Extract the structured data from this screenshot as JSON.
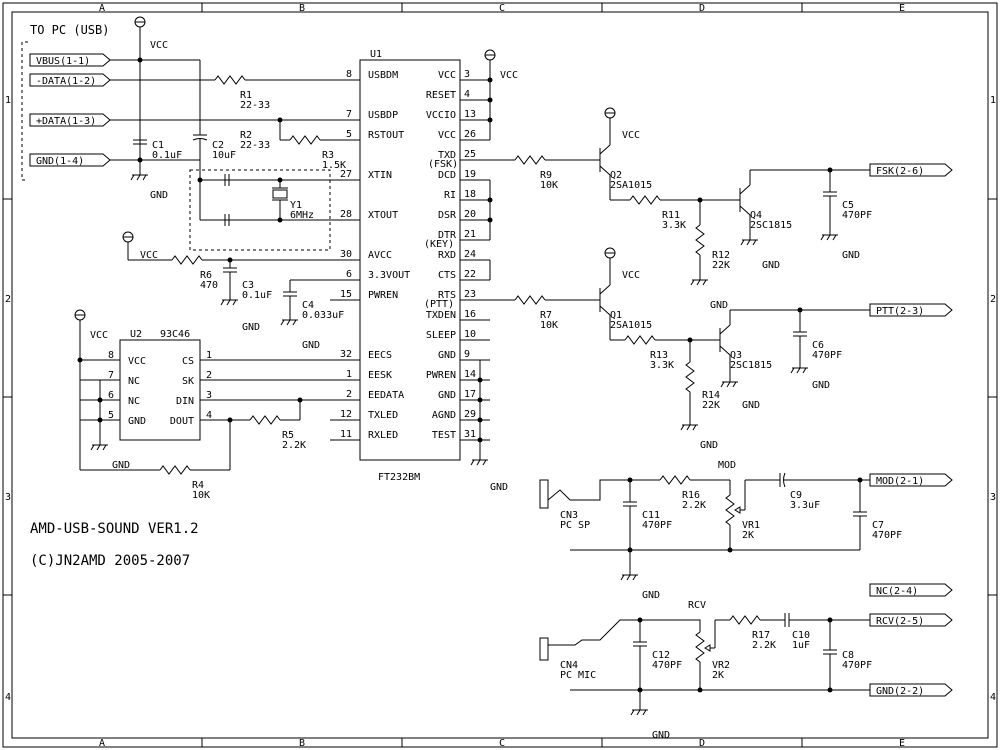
{
  "frame": {
    "cols": [
      "A",
      "B",
      "C",
      "D",
      "E"
    ],
    "rows": [
      "1",
      "2",
      "3",
      "4"
    ]
  },
  "title": {
    "line1": "AMD-USB-SOUND VER1.2",
    "line2": "(C)JN2AMD 2005-2007"
  },
  "usb": {
    "header": "TO PC (USB)",
    "connectors": [
      "VBUS(1-1)",
      "-DATA(1-2)",
      "+DATA(1-3)",
      "GND(1-4)"
    ]
  },
  "u1": {
    "name": "U1",
    "part": "FT232BM",
    "left": [
      {
        "label": "USBDM",
        "pin": "8"
      },
      {
        "label": "USBDP",
        "pin": "7"
      },
      {
        "label": "RSTOUT",
        "pin": "5"
      },
      {
        "label": "XTIN",
        "pin": "27"
      },
      {
        "label": "XTOUT",
        "pin": "28"
      },
      {
        "label": "AVCC",
        "pin": "30"
      },
      {
        "label": "3.3VOUT",
        "pin": "6"
      },
      {
        "label": "PWREN",
        "pin": "15"
      },
      {
        "label": "EECS",
        "pin": "32"
      },
      {
        "label": "EESK",
        "pin": "1"
      },
      {
        "label": "EEDATA",
        "pin": "2"
      },
      {
        "label": "TXLED",
        "pin": "12"
      },
      {
        "label": "RXLED",
        "pin": "11"
      }
    ],
    "right": [
      {
        "label": "VCC",
        "pin": "3"
      },
      {
        "label": "RESET",
        "pin": "4"
      },
      {
        "label": "VCCIO",
        "pin": "13"
      },
      {
        "label": "VCC",
        "pin": "26"
      },
      {
        "label": "TXD",
        "pin": "25"
      },
      {
        "label": "DCD",
        "pin": "19"
      },
      {
        "label": "RI",
        "pin": "18"
      },
      {
        "label": "DSR",
        "pin": "20"
      },
      {
        "label": "DTR",
        "pin": "21"
      },
      {
        "label": "RXD",
        "pin": "24"
      },
      {
        "label": "CTS",
        "pin": "22"
      },
      {
        "label": "RTS",
        "pin": "23"
      },
      {
        "label": "TXDEN",
        "pin": "16"
      },
      {
        "label": "SLEEP",
        "pin": "10"
      },
      {
        "label": "GND",
        "pin": "9"
      },
      {
        "label": "PWREN",
        "pin": "14"
      },
      {
        "label": "GND",
        "pin": "17"
      },
      {
        "label": "AGND",
        "pin": "29"
      },
      {
        "label": "TEST",
        "pin": "31"
      }
    ],
    "notes": [
      "(FSK)",
      "(KEY)",
      "(PTT)"
    ]
  },
  "u2": {
    "name": "U2",
    "part": "93C46",
    "left": [
      {
        "label": "VCC",
        "pin": "8"
      },
      {
        "label": "NC",
        "pin": "7"
      },
      {
        "label": "NC",
        "pin": "6"
      },
      {
        "label": "GND",
        "pin": "5"
      }
    ],
    "right": [
      {
        "label": "CS",
        "pin": "1"
      },
      {
        "label": "SK",
        "pin": "2"
      },
      {
        "label": "DIN",
        "pin": "3"
      },
      {
        "label": "DOUT",
        "pin": "4"
      }
    ]
  },
  "parts": {
    "r1": {
      "name": "R1",
      "value": "22-33"
    },
    "r2": {
      "name": "R2",
      "value": "22-33"
    },
    "r3": {
      "name": "R3",
      "value": "1.5K"
    },
    "r4": {
      "name": "R4",
      "value": "10K"
    },
    "r5": {
      "name": "R5",
      "value": "2.2K"
    },
    "r6": {
      "name": "R6",
      "value": "470"
    },
    "r7": {
      "name": "R7",
      "value": "10K"
    },
    "r9": {
      "name": "R9",
      "value": "10K"
    },
    "r11": {
      "name": "R11",
      "value": "3.3K"
    },
    "r12": {
      "name": "R12",
      "value": "22K"
    },
    "r13": {
      "name": "R13",
      "value": "3.3K"
    },
    "r14": {
      "name": "R14",
      "value": "22K"
    },
    "r16": {
      "name": "R16",
      "value": "2.2K"
    },
    "r17": {
      "name": "R17",
      "value": "2.2K"
    },
    "c1": {
      "name": "C1",
      "value": "0.1uF"
    },
    "c2": {
      "name": "C2",
      "value": "10uF"
    },
    "c3": {
      "name": "C3",
      "value": "0.1uF"
    },
    "c4": {
      "name": "C4",
      "value": "0.033uF"
    },
    "c5": {
      "name": "C5",
      "value": "470PF"
    },
    "c6": {
      "name": "C6",
      "value": "470PF"
    },
    "c7": {
      "name": "C7",
      "value": "470PF"
    },
    "c8": {
      "name": "C8",
      "value": "470PF"
    },
    "c9": {
      "name": "C9",
      "value": "3.3uF"
    },
    "c10": {
      "name": "C10",
      "value": "1uF"
    },
    "c11": {
      "name": "C11",
      "value": "470PF"
    },
    "c12": {
      "name": "C12",
      "value": "470PF"
    },
    "y1": {
      "name": "Y1",
      "value": "6MHz"
    },
    "q1": {
      "name": "Q1",
      "value": "2SA1015"
    },
    "q2": {
      "name": "Q2",
      "value": "2SA1015"
    },
    "q3": {
      "name": "Q3",
      "value": "2SC1815"
    },
    "q4": {
      "name": "Q4",
      "value": "2SC1815"
    },
    "vr1": {
      "name": "VR1",
      "value": "2K"
    },
    "vr2": {
      "name": "VR2",
      "value": "2K"
    },
    "cn3": {
      "name": "CN3",
      "value": "PC SP"
    },
    "cn4": {
      "name": "CN4",
      "value": "PC MIC"
    }
  },
  "rig": {
    "fsk": "FSK(2-6)",
    "ptt": "PTT(2-3)",
    "mod": "MOD(2-1)",
    "nc": "NC(2-4)",
    "rcv": "RCV(2-5)",
    "gnd": "GND(2-2)"
  },
  "nets": {
    "vcc": "VCC",
    "gnd": "GND",
    "mod": "MOD",
    "rcv": "RCV"
  }
}
